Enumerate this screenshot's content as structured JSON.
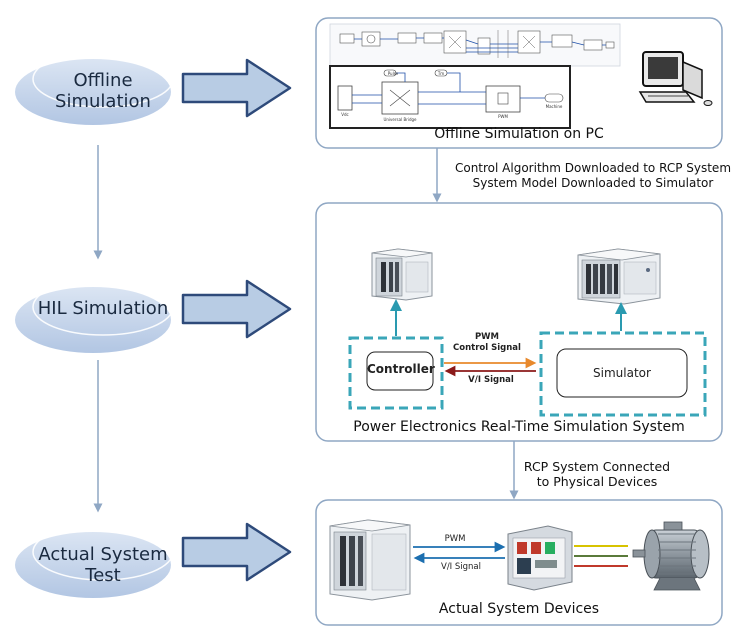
{
  "stages": [
    {
      "id": "offline",
      "label_line1": "Offline",
      "label_line2": "Simulation"
    },
    {
      "id": "hil",
      "label_line1": "HIL Simulation",
      "label_line2": ""
    },
    {
      "id": "actual",
      "label_line1": "Actual System",
      "label_line2": "Test"
    }
  ],
  "panels": {
    "offline": {
      "caption": "Offline Simulation on PC"
    },
    "hil": {
      "caption": "Power Electronics Real-Time Simulation System",
      "controller_label": "Controller",
      "simulator_label": "Simulator",
      "pwm_line1": "PWM",
      "pwm_line2": "Control Signal",
      "vi_label": "V/I Signal"
    },
    "actual": {
      "caption": "Actual System Devices",
      "pwm_label": "PWM",
      "vi_label": "V/I Signal"
    }
  },
  "transitions": {
    "t1_line1": "Control Algorithm Downloaded to RCP System",
    "t1_line2": "System Model Downloaded to Simulator",
    "t2_line1": "RCP System Connected",
    "t2_line2": "to Physical Devices"
  },
  "simulink_labels": {
    "b1": "PWM",
    "b2": "Universal Bridge",
    "b3": "Pulse",
    "b4": "Tm",
    "b5": "Machine",
    "b6": "Vdc"
  },
  "colors": {
    "ellipse": "#b9cbe6",
    "ellipse_edge": "#9db4d8",
    "panel_border": "#8fa7c4",
    "big_arrow_fill": "#b8cce4",
    "big_arrow_edge": "#2e4a7a",
    "connector": "#8fa7c4",
    "dashed": "#3aa6b8",
    "orange": "#e8892c",
    "darkred": "#8b1a1a",
    "teal": "#2a9ab0"
  }
}
